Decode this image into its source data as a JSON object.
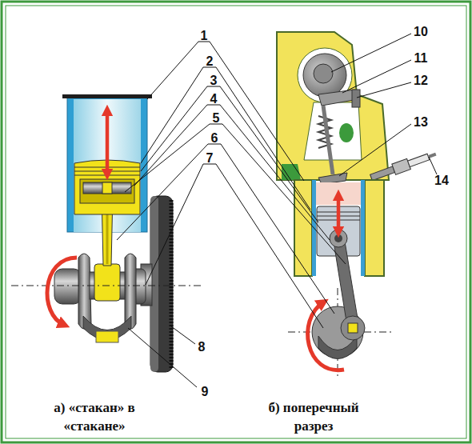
{
  "diagram": {
    "labels": [
      "1",
      "2",
      "3",
      "4",
      "5",
      "6",
      "7",
      "8",
      "9",
      "10",
      "11",
      "12",
      "13",
      "14",
      "а) «стакан» в «стакане»",
      "б) поперечный разрез"
    ]
  }
}
